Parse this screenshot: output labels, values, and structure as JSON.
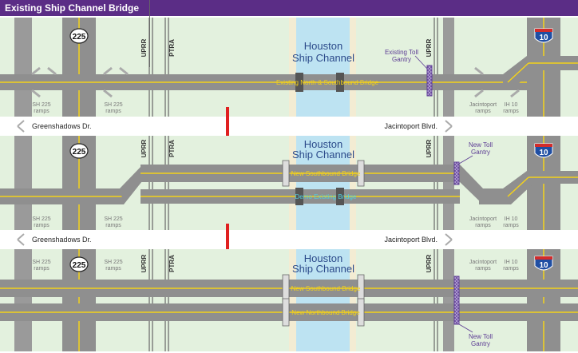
{
  "header": {
    "title": "Existing Ship Channel Bridge"
  },
  "colors": {
    "header_bg": "#5b2d86",
    "land": "#e3f1de",
    "water": "#bde3f2",
    "road": "#8f8f8f",
    "yellow_line": "#f4d21a",
    "gantry": "#5c3c94",
    "arrow": "#e02020",
    "interstate_blue": "#1f4ea3",
    "interstate_red": "#d22c2c"
  },
  "labels": {
    "sh225_shield": "225",
    "interstate_shield": "10",
    "uprr": "UPRR",
    "ptra": "PTRA",
    "channel_line1": "Houston",
    "channel_line2": "Ship Channel",
    "sh225_ramps_1": "SH 225",
    "sh225_ramps_2": "ramps",
    "jacinto_ramps_1": "Jacintoport",
    "jacinto_ramps_2": "ramps",
    "ih10_ramps_1": "IH 10",
    "ih10_ramps_2": "ramps",
    "greenshadows": "Greenshadows Dr.",
    "jacintoport": "Jacintoport Blvd."
  },
  "panel1": {
    "existing_gantry_1": "Existing Toll",
    "existing_gantry_2": "Gantry",
    "bridge_label": "Existing North & Southbound Bridge"
  },
  "panel2": {
    "new_gantry_1": "New Toll",
    "new_gantry_2": "Gantry",
    "southbound_label": "New Southbound Bridge",
    "demo_label": "Demo Existing Bridge"
  },
  "panel3": {
    "southbound_label": "New Southbound Bridge",
    "northbound_label": "New Northbound Bridge",
    "new_gantry_1": "New Toll",
    "new_gantry_2": "Gantry"
  }
}
